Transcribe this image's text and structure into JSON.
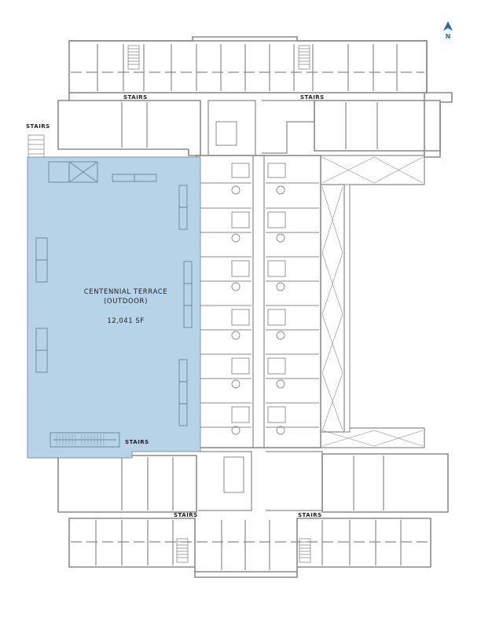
{
  "plan": {
    "colors": {
      "background": "#ffffff",
      "wall": "#8a8a8a",
      "terrace_fill": "#b7d3e8",
      "terrace_edge": "#7f95ad",
      "north_arrow": "#2a6fb5",
      "label_text": "#1f1f1f"
    },
    "north_arrow": {
      "icon": "north-arrow-icon",
      "label": "N"
    },
    "terrace": {
      "name": "CENTENNIAL TERRACE",
      "qualifier": "(OUTDOOR)",
      "area": "12,041 SF"
    },
    "stair_labels": [
      {
        "id": "stairs-west",
        "text": "STAIRS"
      },
      {
        "id": "stairs-north-left",
        "text": "STAIRS"
      },
      {
        "id": "stairs-north-right",
        "text": "STAIRS"
      },
      {
        "id": "stairs-terrace",
        "text": "STAIRS"
      },
      {
        "id": "stairs-south-left",
        "text": "STAIRS"
      },
      {
        "id": "stairs-south-right",
        "text": "STAIRS"
      }
    ]
  }
}
